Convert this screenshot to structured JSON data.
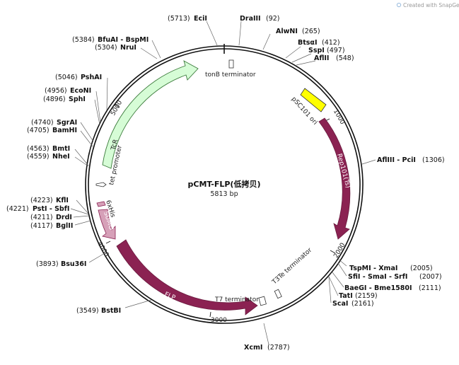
{
  "watermark": {
    "text": "Created with SnapGene®",
    "icon": "snapgene-logo-icon"
  },
  "plasmid": {
    "name": "pCMT-FLP(低拷贝)",
    "size_label": "5813 bp",
    "length": 5813
  },
  "colors": {
    "backbone": "#111111",
    "tcr": "#d6fcd6",
    "tcr_stroke": "#3a7a3a",
    "rep101": "#8b2252",
    "flp": "#8b2252",
    "sumo": "#d6a0b8",
    "psc101": "#ffff00"
  },
  "ticks": [
    {
      "bp": 1000,
      "label": "1000"
    },
    {
      "bp": 2000,
      "label": "2000"
    },
    {
      "bp": 3000,
      "label": "3000"
    },
    {
      "bp": 4000,
      "label": "4000"
    },
    {
      "bp": 5000,
      "label": "5000"
    }
  ],
  "sites": [
    {
      "name": "EciI",
      "pos": "(5713)"
    },
    {
      "name": "DraIII",
      "pos": "(92)"
    },
    {
      "name": "AlwNI",
      "pos": "(265)"
    },
    {
      "name": "BtsαI",
      "pos": "(412)"
    },
    {
      "name": "SspI",
      "pos": "(497)"
    },
    {
      "name": "AflII",
      "pos": "(548)"
    },
    {
      "name": "AflIII - PciI",
      "pos": "(1306)"
    },
    {
      "name": "TspMI - XmaI",
      "pos": "(2005)"
    },
    {
      "name": "SfiI - SmaI - SrfI",
      "pos": "(2007)"
    },
    {
      "name": "BaeGI - Bme1580I",
      "pos": "(2111)"
    },
    {
      "name": "TatI",
      "pos": "(2159)"
    },
    {
      "name": "ScaI",
      "pos": "(2161)"
    },
    {
      "name": "XcmI",
      "pos": "(2787)"
    },
    {
      "name": "BstBI",
      "pos": "(3549)"
    },
    {
      "name": "Bsu36I",
      "pos": "(3893)"
    },
    {
      "name": "BglII",
      "pos": "(4117)"
    },
    {
      "name": "DrdI",
      "pos": "(4211)"
    },
    {
      "name": "PstI - SbfI",
      "pos": "(4221)"
    },
    {
      "name": "KflI",
      "pos": "(4223)"
    },
    {
      "name": "NheI",
      "pos": "(4559)"
    },
    {
      "name": "BmtI",
      "pos": "(4563)"
    },
    {
      "name": "BamHI",
      "pos": "(4705)"
    },
    {
      "name": "SgrAI",
      "pos": "(4740)"
    },
    {
      "name": "SphI",
      "pos": "(4896)"
    },
    {
      "name": "EcoNI",
      "pos": "(4956)"
    },
    {
      "name": "PshAI",
      "pos": "(5046)"
    },
    {
      "name": "NruI",
      "pos": "(5304)"
    },
    {
      "name": "BfuAI - BspMI",
      "pos": "(5384)"
    }
  ],
  "features": {
    "tonb": "tonB terminator",
    "psc101": "pSC101 ori",
    "rep101": "Rep101(Ts)",
    "t3te": "T3Te terminator",
    "t7": "T7 terminator",
    "flp": "FLP",
    "sumo": "SUMO",
    "his": "6xHis",
    "tet": "tet promoter",
    "tcr": "TcR"
  }
}
